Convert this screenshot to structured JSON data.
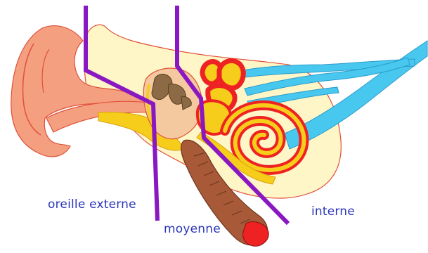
{
  "labels": {
    "external": "oreille externe",
    "middle": "moyenne",
    "inner": "interne"
  },
  "colors": {
    "pinna": "#f4a080",
    "outline": "#e0503a",
    "skin_area": "#fff6c8",
    "yellow": "#f6cd1a",
    "red": "#ee2222",
    "nerve": "#49c8ef",
    "tube": "#a85a38",
    "divider": "#8a18c2",
    "ossicles": "#8b6a45",
    "label_text": "#2a36b8"
  }
}
